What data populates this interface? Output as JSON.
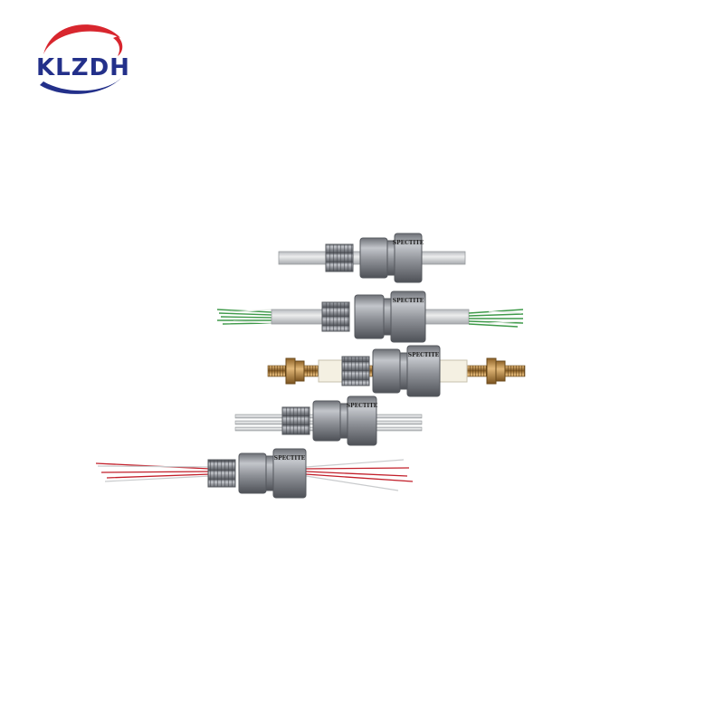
{
  "logo": {
    "text": "KLZDH",
    "colors": {
      "primary": "#23308a",
      "accent": "#d8262e"
    }
  },
  "fittings": [
    {
      "id": "tube-fitting",
      "brand": "SPECTITE",
      "lead_type": "rod"
    },
    {
      "id": "green-wire-fitting",
      "brand": "SPECTITE",
      "lead_type": "green-wires"
    },
    {
      "id": "threaded-rod-fitting",
      "brand": "SPECTITE",
      "lead_type": "brass-threaded-rod"
    },
    {
      "id": "multi-tube-fitting",
      "brand": "SPECTITE",
      "lead_type": "parallel-tubes"
    },
    {
      "id": "red-wire-fitting",
      "brand": "SPECTITE",
      "lead_type": "red-wires"
    }
  ],
  "colors": {
    "steel": "#8a8d93",
    "steel_dark": "#55585e",
    "rod": "#d6d7da",
    "green_wire": "#3f9a4a",
    "red_wire": "#c21f2a",
    "brass": "#c49556",
    "insulator": "#f4f0e2"
  }
}
